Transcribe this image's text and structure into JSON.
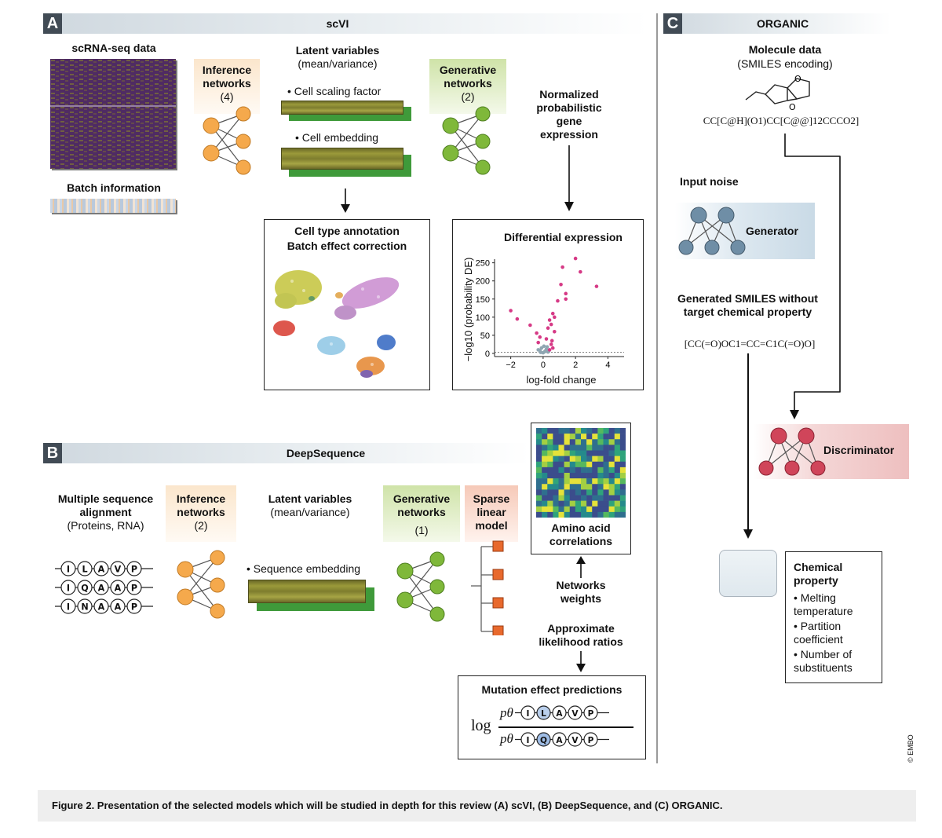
{
  "panelA": {
    "letter": "A",
    "title": "scVI",
    "scrna_label": "scRNA-seq data",
    "batch_label": "Batch information",
    "inference_label": "Inference networks",
    "inference_count": "(4)",
    "latent_label": "Latent variables",
    "latent_sub": "(mean/variance)",
    "bullet_scaling": "• Cell scaling factor",
    "bullet_embedding": "• Cell embedding",
    "generative_label": "Generative networks",
    "generative_count": "(2)",
    "normalized_label": "Normalized probabilistic gene expression",
    "celltype_line1": "Cell type annotation",
    "celltype_line2": "Batch effect correction",
    "de_title": "Differential expression",
    "de_ylabel": "−log10 (probability DE)",
    "de_xlabel": "log-fold change",
    "de_yticks": [
      "250",
      "200",
      "150",
      "100",
      "50",
      "0"
    ],
    "de_xticks": [
      "−2",
      "0",
      "2",
      "4"
    ]
  },
  "panelB": {
    "letter": "B",
    "title": "DeepSequence",
    "msa_label": "Multiple sequence alignment",
    "msa_sub": "(Proteins, RNA)",
    "inference_label": "Inference networks",
    "inference_count": "(2)",
    "latent_label": "Latent variables",
    "latent_sub": "(mean/variance)",
    "bullet_seq": "• Sequence embedding",
    "generative_label": "Generative networks",
    "generative_count": "(1)",
    "sparse_label": "Sparse linear model",
    "amino_label": "Amino acid correlations",
    "networks_weights": "Networks weights",
    "approx_label": "Approximate likelihood ratios",
    "mutation_title": "Mutation effect predictions",
    "log_word": "log",
    "p_theta": "pθ",
    "sequences": [
      [
        "I",
        "L",
        "A",
        "V",
        "P"
      ],
      [
        "I",
        "Q",
        "A",
        "A",
        "P"
      ],
      [
        "I",
        "N",
        "A",
        "A",
        "P"
      ]
    ],
    "numerator_seq": [
      "I",
      "L",
      "A",
      "V",
      "P"
    ],
    "denominator_seq": [
      "I",
      "Q",
      "A",
      "V",
      "P"
    ]
  },
  "panelC": {
    "letter": "C",
    "title": "ORGANIC",
    "molecule_label": "Molecule data",
    "molecule_sub": "(SMILES encoding)",
    "smiles": "CC[C@H](O1)CC[C@@]12CCCO2]",
    "input_noise": "Input noise",
    "generator": "Generator",
    "generated_label": "Generated SMILES without target chemical property",
    "generated_smiles": "[CC(=O)OC1=CC=C1C(=O)O]",
    "discriminator": "Discriminator",
    "chem_title": "Chemical property",
    "chem_items": [
      "Melting temperature",
      "Partition coefficient",
      "Number of substituents"
    ]
  },
  "embo": "© EMBO",
  "caption": "Figure 2.   Presentation of the selected models which will be studied in depth for this review (A) scVI, (B) DeepSequence, and (C) ORGANIC.",
  "colors": {
    "orange_node": "#f5a94c",
    "green_node": "#7fb83a",
    "blue_node": "#6f8ea6",
    "red_node": "#d0455a",
    "volcano_pink": "#d63a86",
    "volcano_grey": "#8fa6b2"
  }
}
